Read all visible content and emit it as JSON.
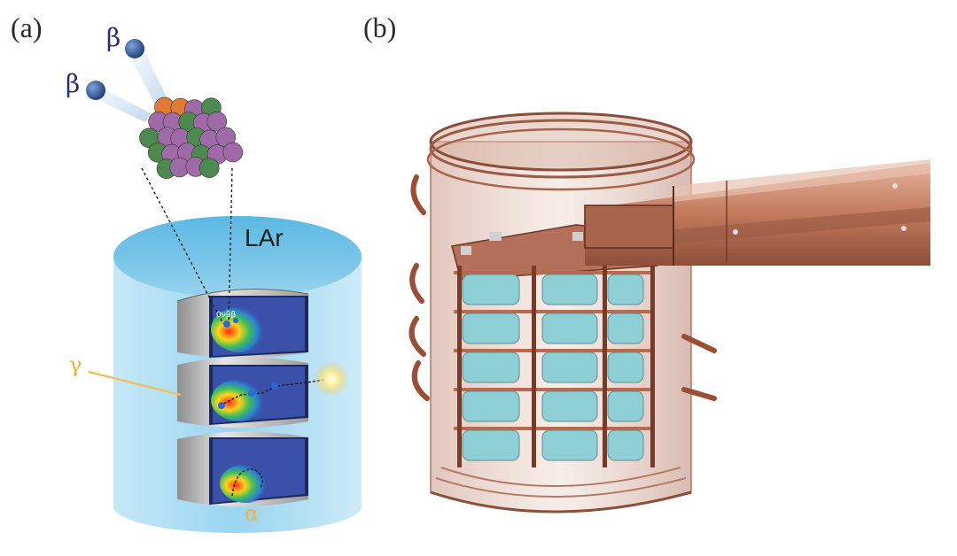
{
  "panels": [
    {
      "label": "(a)"
    },
    {
      "label": "(b)"
    }
  ],
  "annotations": {
    "beta_upper": "β",
    "beta_lower": "β",
    "medium": "LAr",
    "gamma": "γ",
    "alpha": "α",
    "decay_mark": "0νββ"
  },
  "colors": {
    "lar_blue": "#6fc3ea",
    "detector_face": "#3b50a8",
    "copper": "#b86a4e",
    "crystal": "#8ecfd6",
    "beta_text": "#2c2c6e",
    "gamma_alpha_text": "#f0b33a",
    "proton_green": "#4e8a4f",
    "neutron_purple": "#a06aa8",
    "emitted_orange": "#e07a34"
  }
}
